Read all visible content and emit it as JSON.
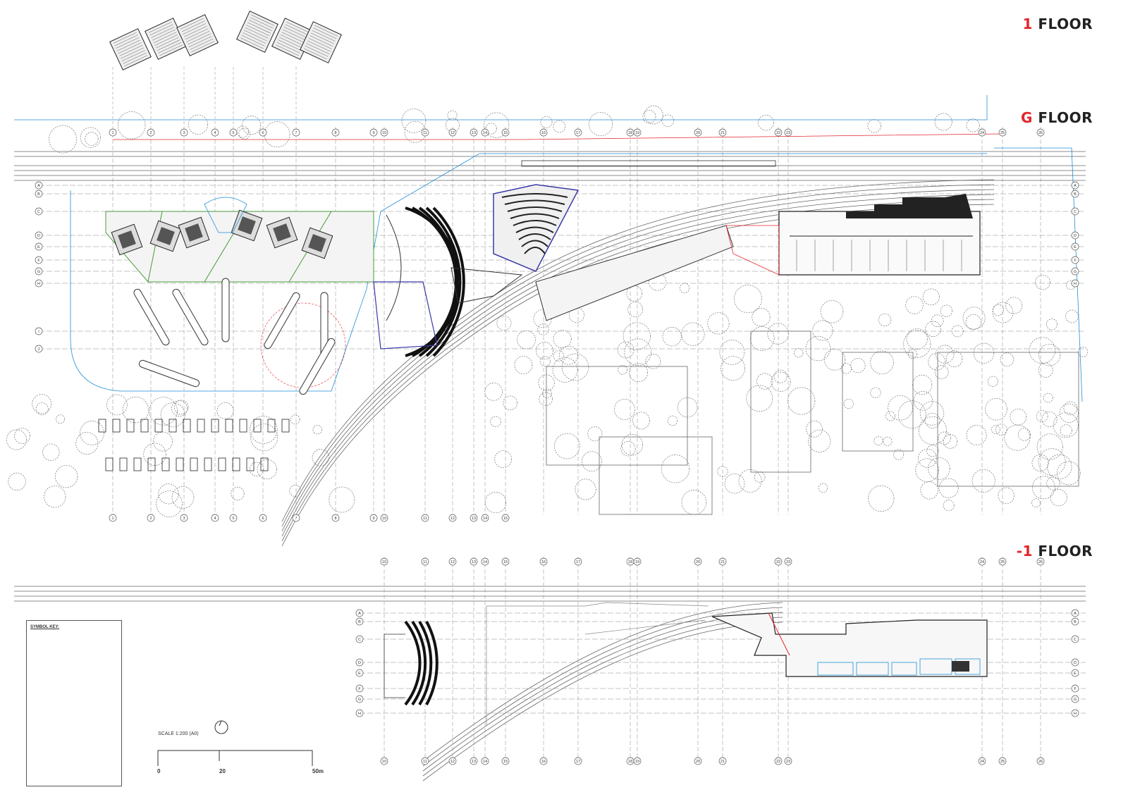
{
  "floors": {
    "first": {
      "prefix": "1",
      "word": "FLOOR"
    },
    "ground": {
      "prefix": "G",
      "word": "FLOOR"
    },
    "basement": {
      "prefix": "-1",
      "word": "FLOOR"
    }
  },
  "legend": {
    "title": "SYMBOL KEY:"
  },
  "scale": {
    "label": "SCALE 1:200 (A0)",
    "ticks": [
      "0",
      "20",
      "50m"
    ]
  },
  "grid_top": [
    "1",
    "2",
    "3",
    "4",
    "5",
    "6",
    "7",
    "8",
    "9",
    "10",
    "11",
    "12",
    "13",
    "14",
    "15",
    "16",
    "17",
    "18",
    "19",
    "20",
    "21",
    "22",
    "23",
    "24",
    "25",
    "26"
  ],
  "grid_side": [
    "A",
    "B",
    "C",
    "D",
    "E",
    "F",
    "G",
    "H",
    "I",
    "J"
  ],
  "grid_bottom_ground": [
    "1",
    "2",
    "3",
    "4",
    "5",
    "6",
    "7",
    "8",
    "9",
    "10",
    "11",
    "12",
    "13",
    "14",
    "15"
  ],
  "grid_basement": [
    "10",
    "11",
    "12",
    "13",
    "14",
    "15",
    "16",
    "17",
    "18",
    "19",
    "20",
    "21",
    "22",
    "23",
    "24",
    "25",
    "26"
  ],
  "colors": {
    "accent": "#e3262b",
    "line": "#444444",
    "blue": "#1f8fd6",
    "green": "#4a9a3a",
    "purple": "#3a3aa8"
  }
}
